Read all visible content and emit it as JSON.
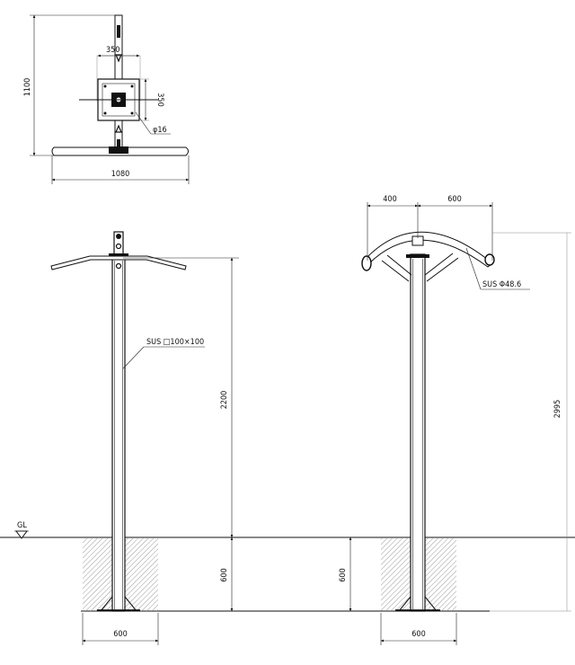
{
  "top_view": {
    "height_label": "1100",
    "bar_label": "1080",
    "plate_w_label": "350",
    "plate_h_label": "350",
    "bolt_label": "φ16"
  },
  "left_elevation": {
    "post_label": "SUS □100×100",
    "height_label": "2200",
    "depth_label": "600",
    "base_label": "600"
  },
  "right_elevation": {
    "span_left_label": "400",
    "span_right_label": "600",
    "pipe_label": "SUS Φ48.6",
    "height_label": "2995",
    "depth_label": "600",
    "base_label": "600"
  },
  "ground_label": "GL",
  "colors": {
    "line": "#111111",
    "hatch": "#9a9a9a",
    "grey_line": "#888888"
  }
}
